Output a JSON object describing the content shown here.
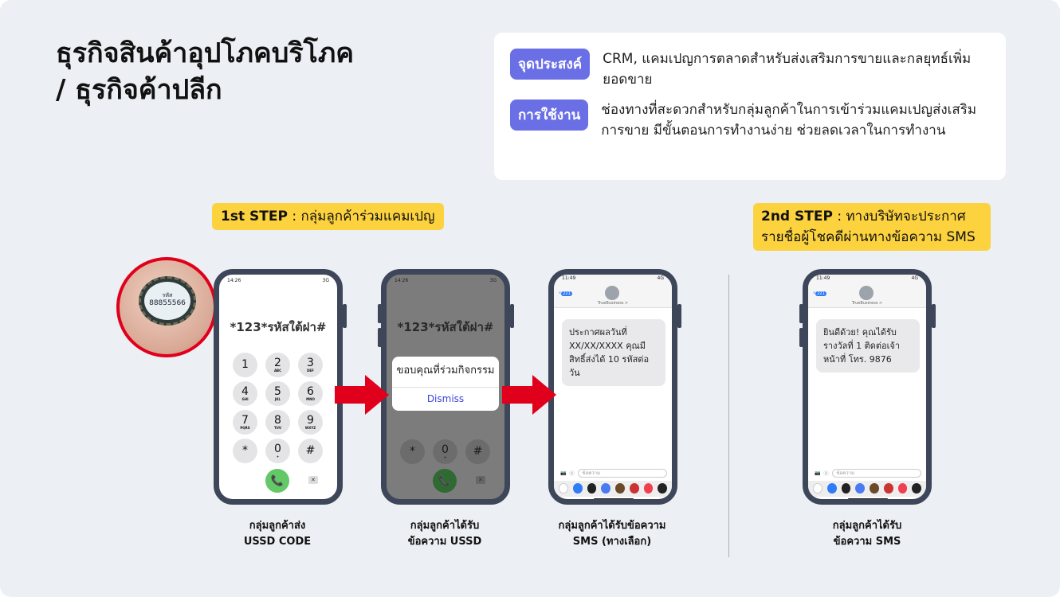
{
  "title": {
    "line1": "ธุรกิจสินค้าอุปโภคบริโภค",
    "line2": "/ ธุรกิจค้าปลีก"
  },
  "info": {
    "purpose_label": "จุดประสงค์",
    "purpose_text": "CRM, แคมเปญการตลาดสำหรับส่งเสริมการขายและกลยุทธ์เพิ่มยอดขาย",
    "usage_label": "การใช้งาน",
    "usage_text": "ช่องทางที่สะดวกสำหรับกลุ่มลูกค้าในการเข้าร่วมแคมเปญส่งเสริมการขาย มีขั้นตอนการทำงานง่าย ช่วยลดเวลาในการทำงาน"
  },
  "steps": [
    {
      "label": "1st STEP",
      "text": ": กลุ่มลูกค้าร่วมแคมเปญ"
    },
    {
      "label": "2nd STEP",
      "text": ": ทางบริษัทจะประกาศ",
      "text2": "รายชื่อผู้โชคดีผ่านทางข้อความ SMS"
    }
  ],
  "bottlecap": {
    "label": "รหัส",
    "code": "88855566"
  },
  "dialer": {
    "time": "14:26",
    "status": "3G",
    "code": "*123*รหัสใต้ฝา#",
    "keys": [
      {
        "n": "1",
        "l": ""
      },
      {
        "n": "2",
        "l": "ABC"
      },
      {
        "n": "3",
        "l": "DEF"
      },
      {
        "n": "4",
        "l": "GHI"
      },
      {
        "n": "5",
        "l": "JKL"
      },
      {
        "n": "6",
        "l": "MNO"
      },
      {
        "n": "7",
        "l": "PQRS"
      },
      {
        "n": "8",
        "l": "TUV"
      },
      {
        "n": "9",
        "l": "WXYZ"
      },
      {
        "n": "*",
        "l": ""
      },
      {
        "n": "0",
        "l": "+"
      },
      {
        "n": "#",
        "l": ""
      }
    ]
  },
  "ussd_alert": {
    "message": "ขอบคุณที่ร่วมกิจกรรม",
    "dismiss": "Dismiss"
  },
  "sms": {
    "time": "11:49",
    "status": "4G",
    "back_count": "221",
    "sender": "TrueBusiness >",
    "input_placeholder": "ข้อความ",
    "message1": "ประกาศผลวันที่ XX/XX/XXXX คุณมีสิทธิ์ส่งได้ 10 รหัสต่อวัน",
    "message2": "ยินดีด้วย! คุณได้รับรางวัลที่ 1 ติดต่อเจ้าหน้าที่ โทร. 9876"
  },
  "captions": [
    {
      "l1": "กลุ่มลูกค้าส่ง",
      "l2": "USSD CODE"
    },
    {
      "l1": "กลุ่มลูกค้าได้รับ",
      "l2": "ข้อความ USSD"
    },
    {
      "l1": "กลุ่มลูกค้าได้รับข้อความ",
      "l2": "SMS (ทางเลือก)"
    },
    {
      "l1": "กลุ่มลูกค้าได้รับ",
      "l2": "ข้อความ SMS"
    }
  ],
  "colors": {
    "accent": "#6a6fe6",
    "step": "#fcd23e",
    "arrow": "#e0001b",
    "phone_frame": "#3d4759"
  }
}
